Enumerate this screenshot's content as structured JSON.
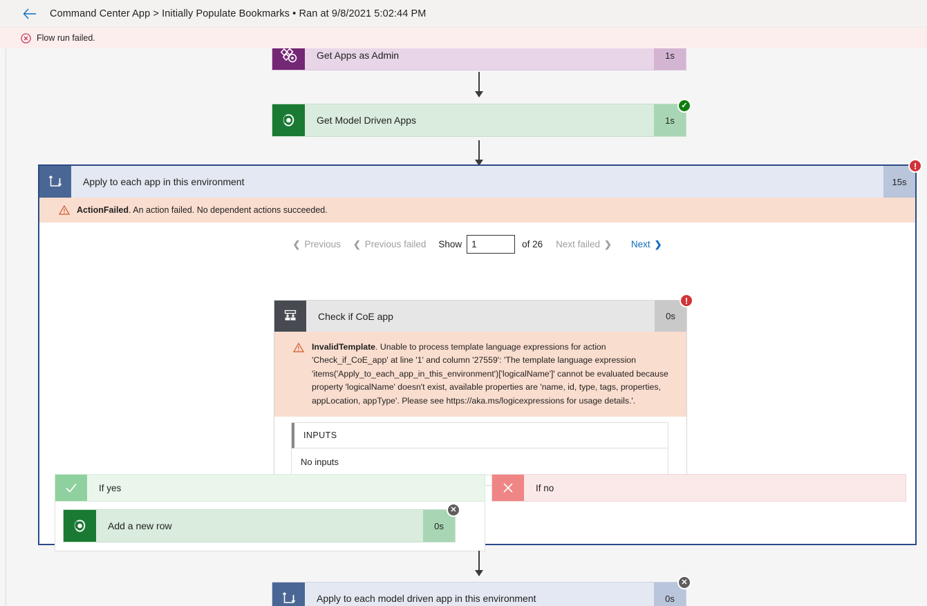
{
  "topbar": {
    "back_icon": "back-arrow-icon",
    "breadcrumb": "Command Center App > Initially Populate Bookmarks • Ran at 9/8/2021 5:02:44 PM"
  },
  "banner": {
    "icon": "error-circle-x-icon",
    "text": "Flow run failed."
  },
  "actions": {
    "get_apps_as_admin": {
      "title": "Get Apps as Admin",
      "duration": "1s",
      "icon": "power-platform-admin-icon",
      "status": "failed"
    },
    "get_model_driven_apps": {
      "title": "Get Model Driven Apps",
      "duration": "1s",
      "icon": "dataverse-icon",
      "status": "succeeded",
      "badge_glyph": "✓"
    },
    "apply_to_each_app": {
      "title": "Apply to each app in this environment",
      "duration": "15s",
      "icon": "loop-repeat-icon",
      "status": "failed",
      "badge_glyph": "!",
      "error": {
        "icon": "warning-triangle-icon",
        "code": "ActionFailed",
        "message": ". An action failed. No dependent actions succeeded."
      }
    },
    "check_if_coe_app": {
      "title": "Check if CoE app",
      "duration": "0s",
      "icon": "condition-branch-icon",
      "status": "failed",
      "badge_glyph": "!",
      "error": {
        "icon": "warning-triangle-icon",
        "code": "InvalidTemplate",
        "message": ". Unable to process template language expressions for action 'Check_if_CoE_app' at line '1' and column '27559': 'The template language expression 'items('Apply_to_each_app_in_this_environment')['logicalName']' cannot be evaluated because property 'logicalName' doesn't exist, available properties are 'name, id, type, tags, properties, appLocation, appType'. Please see https://aka.ms/logicexpressions for usage details.'."
      },
      "inputs": {
        "header": "INPUTS",
        "body": "No inputs"
      }
    },
    "if_yes": {
      "label": "If yes",
      "icon": "check-mark-icon"
    },
    "if_no": {
      "label": "If no",
      "icon": "cross-mark-icon"
    },
    "add_a_new_row": {
      "title": "Add a new row",
      "duration": "0s",
      "icon": "dataverse-icon",
      "status": "skipped",
      "badge_glyph": "✕"
    },
    "apply_to_each_model_driven_app": {
      "title": "Apply to each model driven app in this environment",
      "duration": "0s",
      "icon": "loop-repeat-icon",
      "status": "skipped",
      "badge_glyph": "✕"
    }
  },
  "pager": {
    "previous": "Previous",
    "previous_failed": "Previous failed",
    "show_label": "Show",
    "show_value": "1",
    "of_label": "of 26",
    "next_failed": "Next failed",
    "next": "Next",
    "chev_left": "❮",
    "chev_right": "❯"
  },
  "colors": {
    "accent_link": "#0f6cbd",
    "error_red": "#d13438",
    "success_green": "#107c10",
    "skipped_gray": "#605e5c",
    "scope_border": "#2b4a86",
    "error_bg": "#f9ddcf",
    "banner_bg": "#fdeeee"
  }
}
